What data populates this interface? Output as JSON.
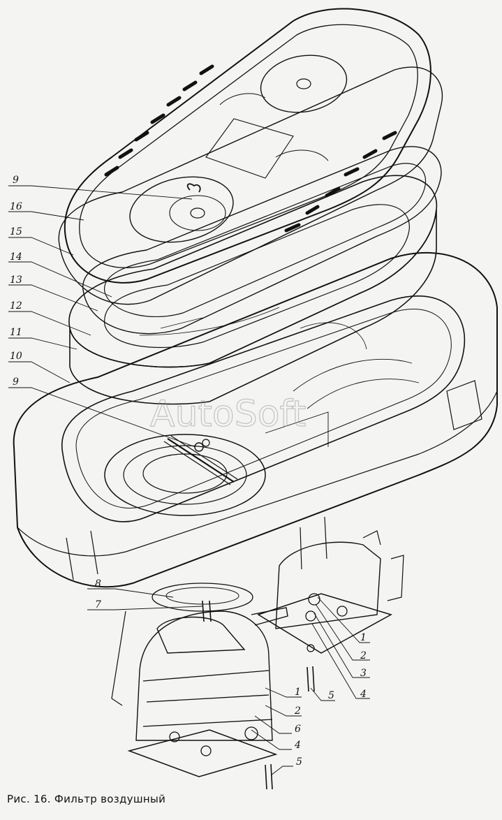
{
  "caption": "Рис. 16. Фильтр воздушный",
  "watermark": "AutoSoft",
  "callouts": {
    "left": [
      "9",
      "16",
      "15",
      "14",
      "13",
      "12",
      "11",
      "10",
      "9",
      "8",
      "7"
    ],
    "right_upper": [
      "1",
      "2",
      "3",
      "4",
      "5"
    ],
    "right_lower": [
      "1",
      "2",
      "6",
      "4",
      "5"
    ]
  },
  "colors": {
    "ink": "#111111",
    "paper": "#f4f4f2",
    "stipple": "#5a5a5a"
  }
}
